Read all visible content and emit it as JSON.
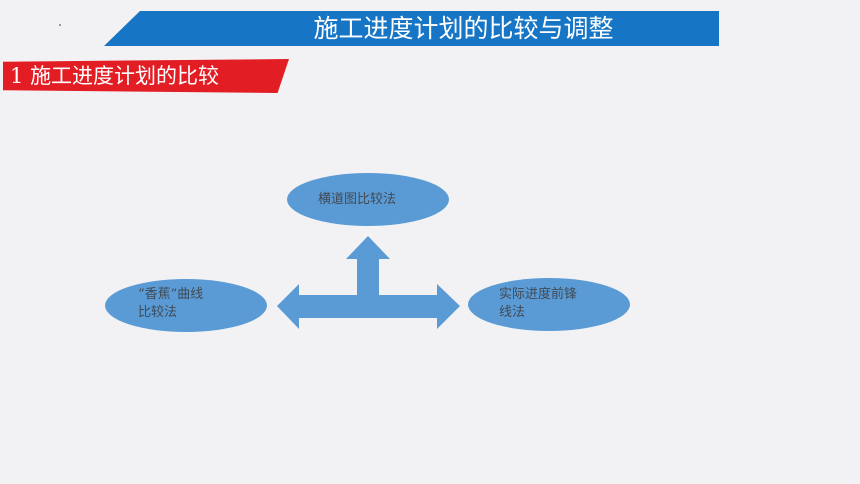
{
  "title": "施工进度计划的比较与调整",
  "section": {
    "number": "1",
    "heading": "施工进度计划的比较"
  },
  "diagram": {
    "top_method": "横道图比较法",
    "left_method_line1": "“香蕉”曲线",
    "left_method_line2": "比较法",
    "right_method_line1": "实际进度前锋",
    "right_method_line2": "线法"
  },
  "colors": {
    "title_banner": "#1675c4",
    "section_banner": "#e21d24",
    "shape_fill": "#5b9bd5",
    "background": "#f2f2f4"
  }
}
